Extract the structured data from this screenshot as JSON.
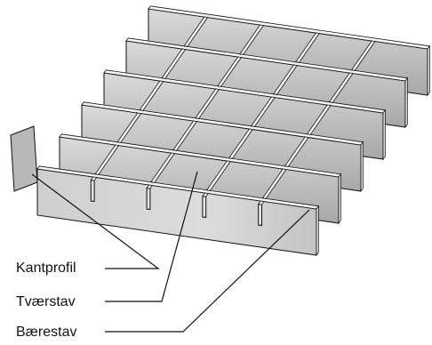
{
  "labels": {
    "edge_profile": "Kantprofil",
    "cross_bar": "Tværstav",
    "bearing_bar": "Bærestav"
  },
  "colors": {
    "stroke": "#111111",
    "top_edge": "#f6f6f6",
    "face_light": "#dadada",
    "face_dark": "#a8a8a8"
  }
}
